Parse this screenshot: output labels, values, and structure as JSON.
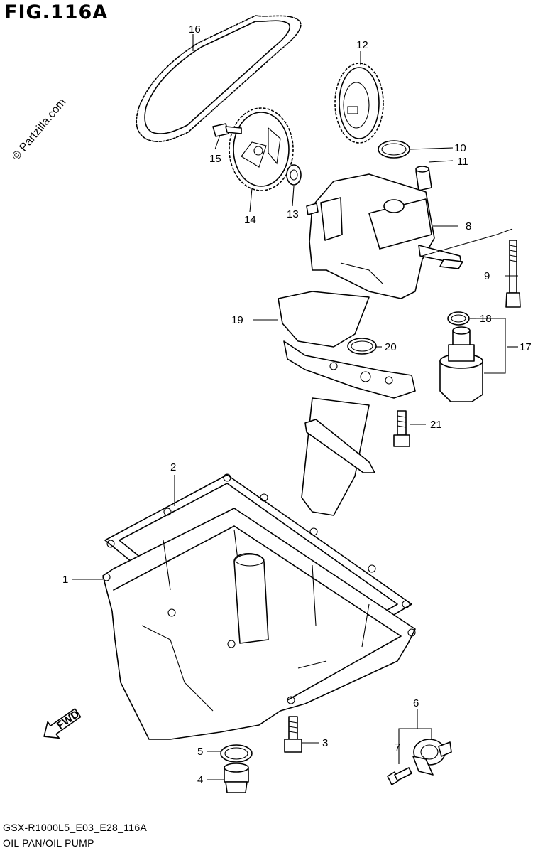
{
  "figure": {
    "title": "FIG.116A",
    "watermark": "© Partzilla.com",
    "model_code": "GSX-R1000L5_E03_E28_116A",
    "caption": "OIL PAN/OIL PUMP",
    "direction_label": "FWD"
  },
  "callouts": [
    {
      "id": "1",
      "label": "1"
    },
    {
      "id": "2",
      "label": "2"
    },
    {
      "id": "3",
      "label": "3"
    },
    {
      "id": "4",
      "label": "4"
    },
    {
      "id": "5",
      "label": "5"
    },
    {
      "id": "6",
      "label": "6"
    },
    {
      "id": "7",
      "label": "7"
    },
    {
      "id": "8",
      "label": "8"
    },
    {
      "id": "9",
      "label": "9"
    },
    {
      "id": "10",
      "label": "10"
    },
    {
      "id": "11",
      "label": "11"
    },
    {
      "id": "12",
      "label": "12"
    },
    {
      "id": "13",
      "label": "13"
    },
    {
      "id": "14",
      "label": "14"
    },
    {
      "id": "15",
      "label": "15"
    },
    {
      "id": "16",
      "label": "16"
    },
    {
      "id": "17",
      "label": "17"
    },
    {
      "id": "18",
      "label": "18"
    },
    {
      "id": "19",
      "label": "19"
    },
    {
      "id": "20",
      "label": "20"
    },
    {
      "id": "21",
      "label": "21"
    }
  ]
}
